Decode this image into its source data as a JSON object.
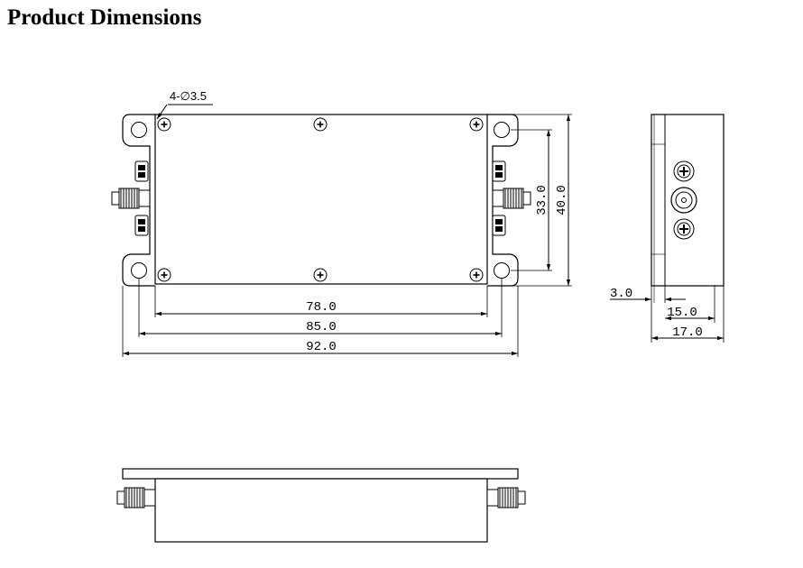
{
  "page": {
    "title": "Product Dimensions"
  },
  "top_view": {
    "hole_callout": "4-∅3.5",
    "dim_78": "78.0",
    "dim_85": "85.0",
    "dim_92": "92.0",
    "dim_33": "33.0",
    "dim_40": "40.0"
  },
  "side_view": {
    "dim_3": "3.0",
    "dim_15": "15.0",
    "dim_17": "17.0"
  }
}
